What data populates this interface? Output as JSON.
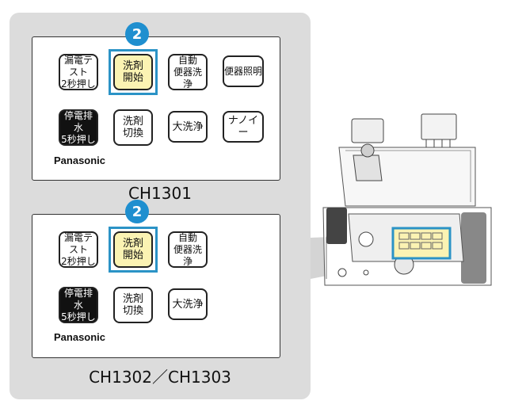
{
  "colors": {
    "accent": "#1f8fcf",
    "highlight": "#fbf3b3",
    "panel": "#dcdcdc"
  },
  "remote1": {
    "step": "2",
    "buttons": {
      "leak_test": "漏電テスト\n2秒押し",
      "wash_start": "洗剤\n開始",
      "auto_clean": "自動\n便器洗浄",
      "toilet_light": "便器照明",
      "power_outage": "停電排水\n5秒押し",
      "wash_switch": "洗剤\n切換",
      "big_flush": "大洗浄",
      "nanoe": "ナノイー"
    },
    "brand": "Panasonic",
    "model": "CH1301"
  },
  "remote2": {
    "step": "2",
    "buttons": {
      "leak_test": "漏電テスト\n2秒押し",
      "wash_start": "洗剤\n開始",
      "auto_clean": "自動\n便器洗浄",
      "power_outage": "停電排水\n5秒押し",
      "wash_switch": "洗剤\n切換",
      "big_flush": "大洗浄"
    },
    "brand": "Panasonic",
    "model": "CH1302／CH1303"
  }
}
